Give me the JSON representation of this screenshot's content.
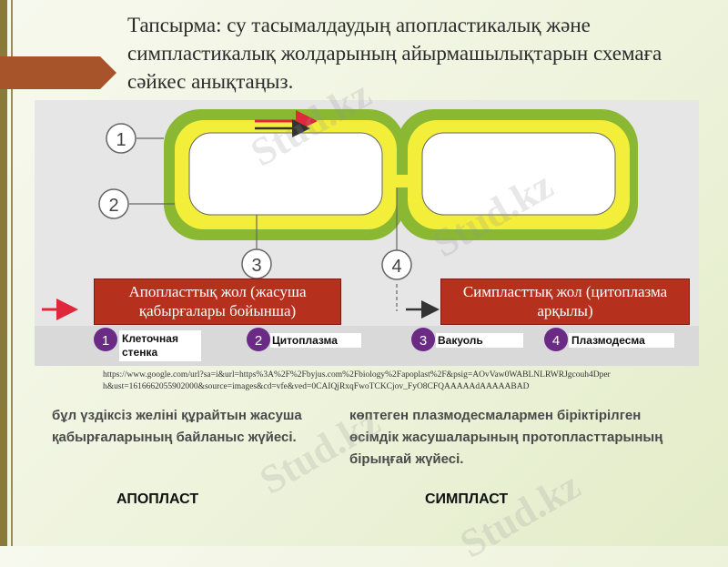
{
  "title": "Тапсырма: су тасымалдаудың апопластикалық және симпластикалық жолдарының айырмашылықтарын схемаға сәйкес анықтаңыз.",
  "diagram": {
    "callouts": [
      "1",
      "2",
      "3",
      "4"
    ],
    "apoplast_box": "Апопласттық жол (жасуша қабырғалары бойынша)",
    "symplast_box": "Симпласттық жол (цитоплазма арқылы)",
    "legend": [
      {
        "num": "1",
        "label": "Клеточная стенка"
      },
      {
        "num": "2",
        "label": "Цитоплазма"
      },
      {
        "num": "3",
        "label": "Вакуоль"
      },
      {
        "num": "4",
        "label": "Плазмодесма"
      }
    ],
    "colors": {
      "apoplast_arrow": "#e0283c",
      "symplast_arrow": "#333333",
      "cell_wall": "#8ab832",
      "cytoplasm": "#f2ee3a",
      "box": "#b5301d"
    }
  },
  "source_url": "https://www.google.com/url?sa=i&url=https%3A%2F%2Fbyjus.com%2Fbiology%2Fapoplast%2F&psig=AOvVaw0WABLNLRWRJgcouh4Dperh&ust=1616662055902000&source=images&cd=vfe&ved=0CAIQjRxqFwoTCKCjov_FyO8CFQAAAAAdAAAAABAD",
  "apoplast_desc": "бұл үздіксіз желіні құрайтын жасуша қабырғаларының байланыс жүйесі.",
  "symplast_desc": "көптеген плазмодесмалармен біріктірілген өсімдік жасушаларының протопласттарының бірыңғай жүйесі.",
  "terms": {
    "apoplast": "АПОПЛАСТ",
    "symplast": "СИМПЛАСТ"
  },
  "watermark": "Stud.kz"
}
